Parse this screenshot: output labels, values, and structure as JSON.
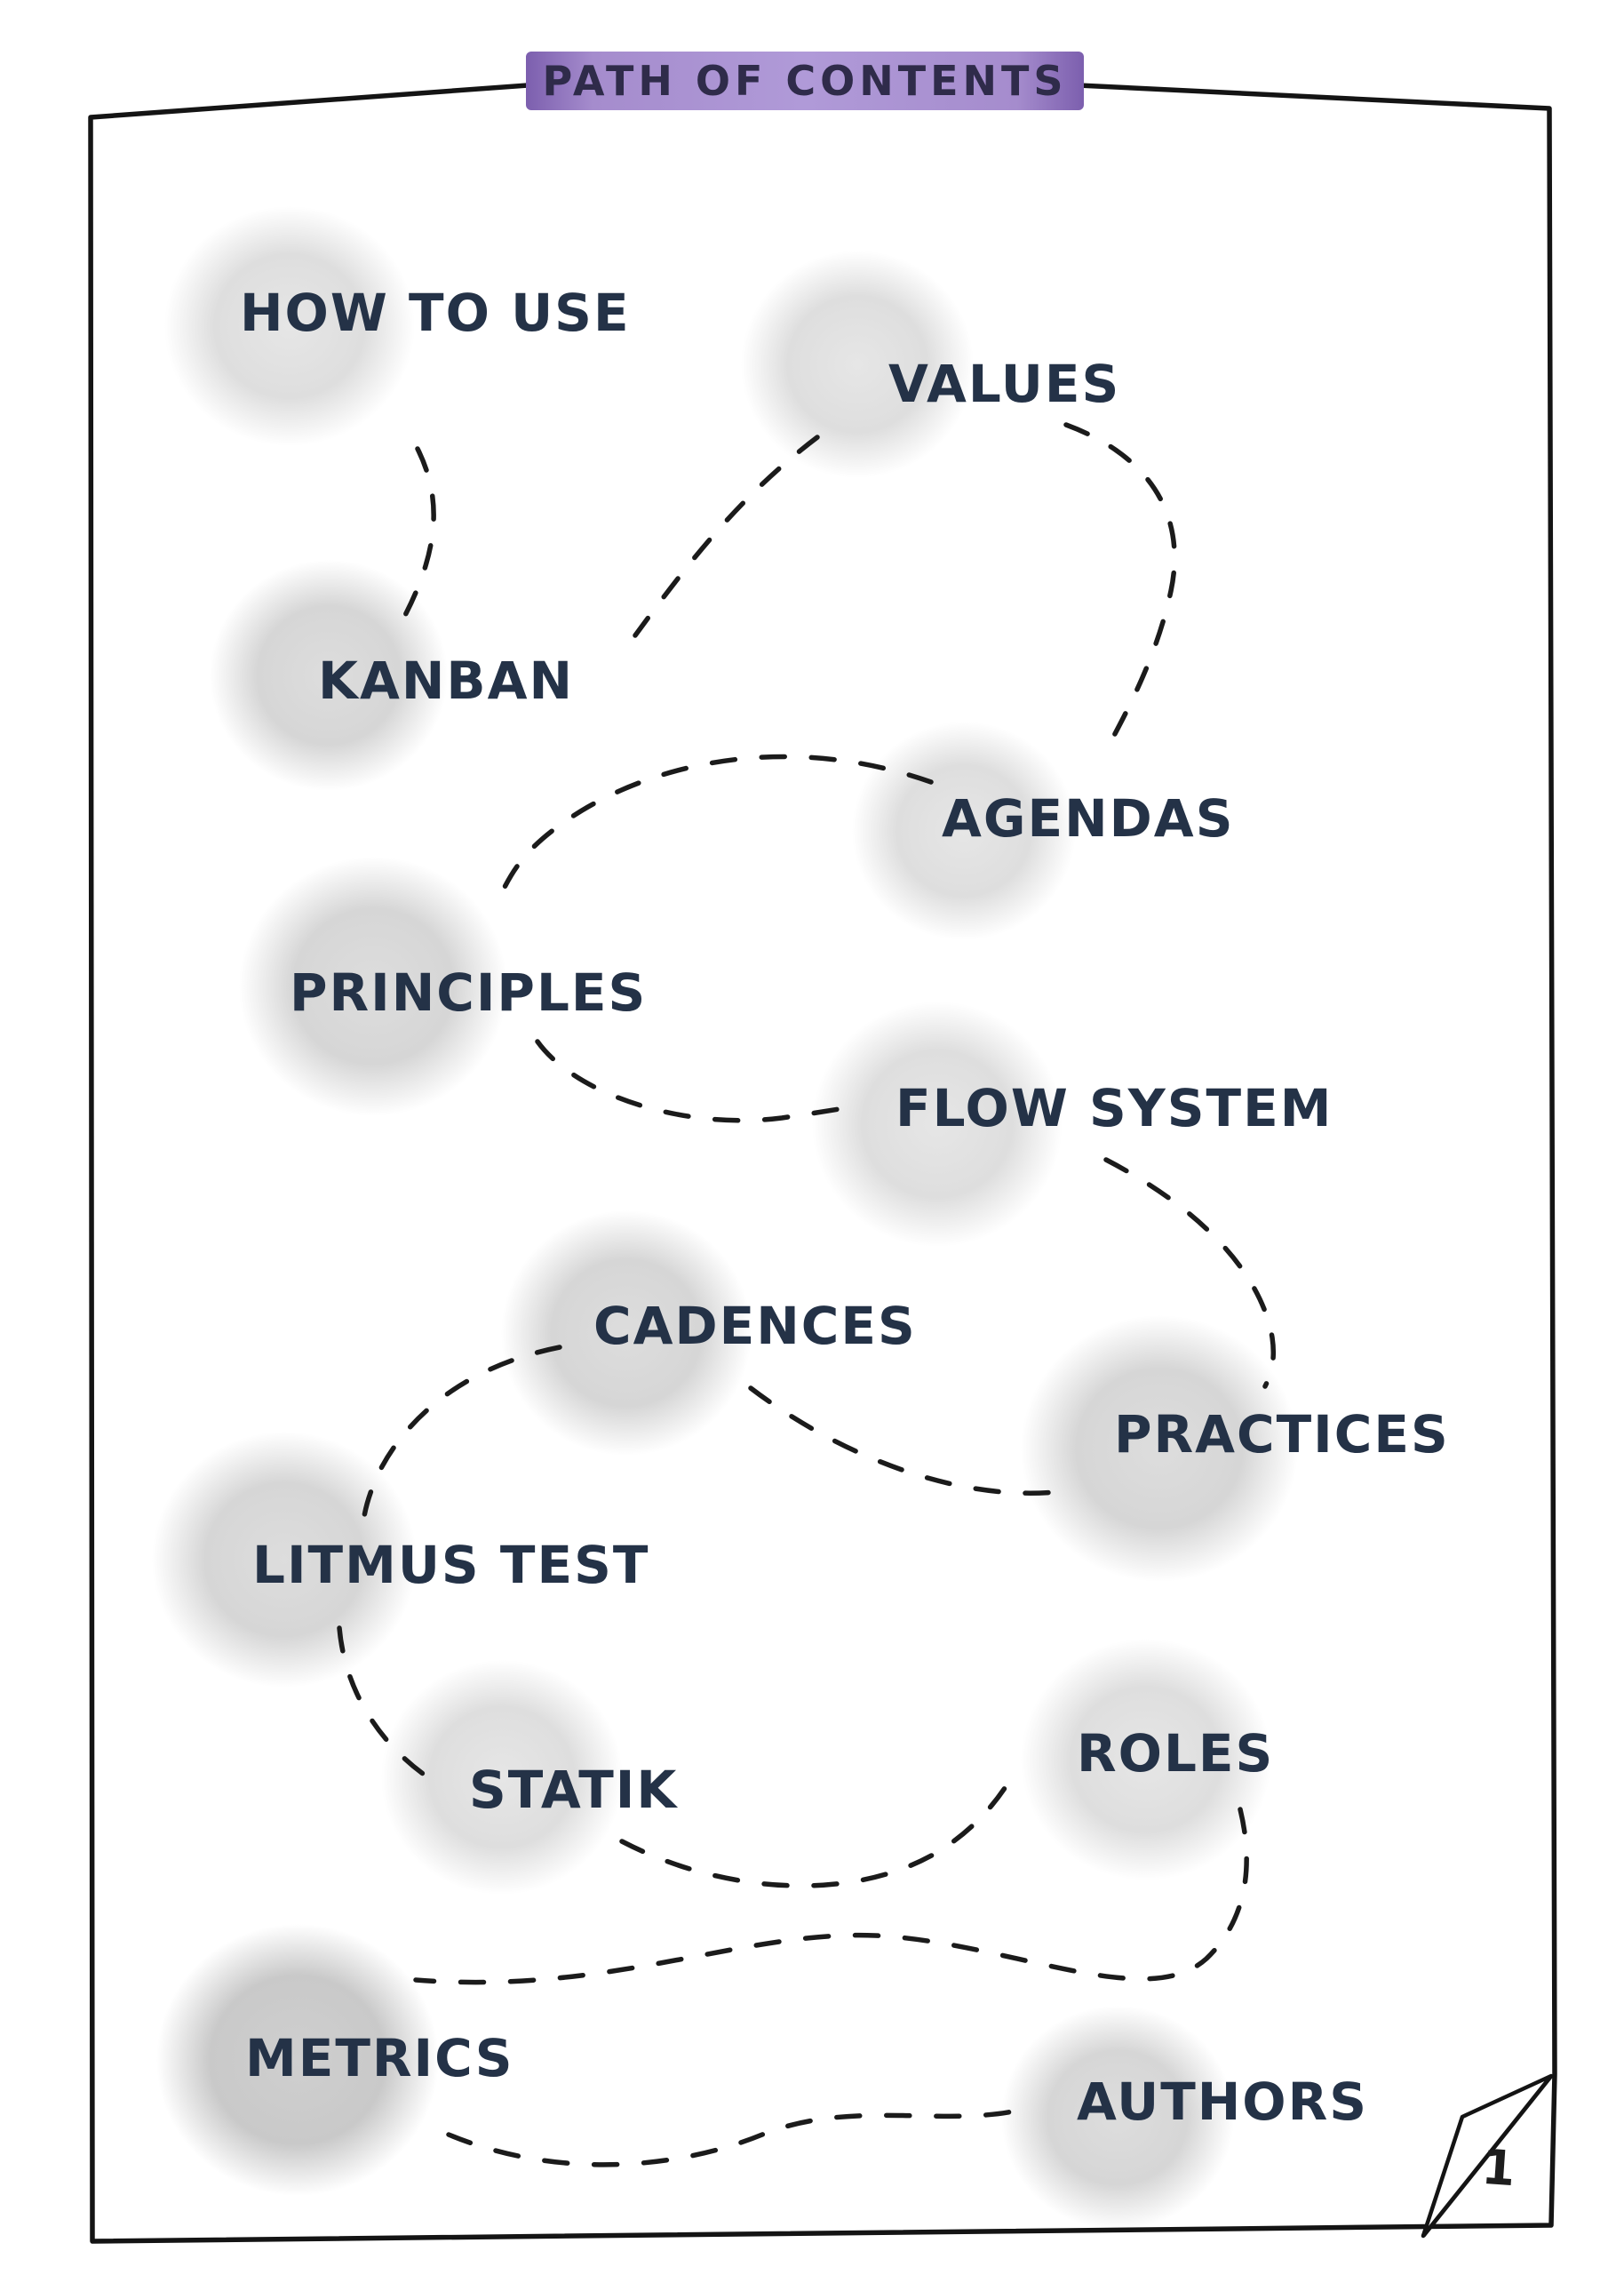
{
  "banner": {
    "title": "PATH OF CONTENTS"
  },
  "page": {
    "number": "1"
  },
  "items": [
    {
      "id": "how-to-use",
      "label": "HOW TO USE"
    },
    {
      "id": "values",
      "label": "VALUES"
    },
    {
      "id": "kanban",
      "label": "KANBAN"
    },
    {
      "id": "agendas",
      "label": "AGENDAS"
    },
    {
      "id": "principles",
      "label": "PRINCIPLES"
    },
    {
      "id": "flow-system",
      "label": "FLOW SYSTEM"
    },
    {
      "id": "cadences",
      "label": "CADENCES"
    },
    {
      "id": "practices",
      "label": "PRACTICES"
    },
    {
      "id": "litmus-test",
      "label": "LITMUS TEST"
    },
    {
      "id": "statik",
      "label": "STATIK"
    },
    {
      "id": "roles",
      "label": "ROLES"
    },
    {
      "id": "metrics",
      "label": "METRICS"
    },
    {
      "id": "authors",
      "label": "AUTHORS"
    }
  ],
  "reading_order": [
    "HOW TO USE",
    "KANBAN",
    "VALUES",
    "AGENDAS",
    "PRINCIPLES",
    "FLOW SYSTEM",
    "PRACTICES",
    "CADENCES",
    "LITMUS TEST",
    "STATIK",
    "ROLES",
    "METRICS",
    "AUTHORS"
  ],
  "colors": {
    "banner_purple": "#a58ccd",
    "text_navy": "#243247",
    "blob_gray": "#dedede",
    "line_black": "#1b1b1b"
  }
}
